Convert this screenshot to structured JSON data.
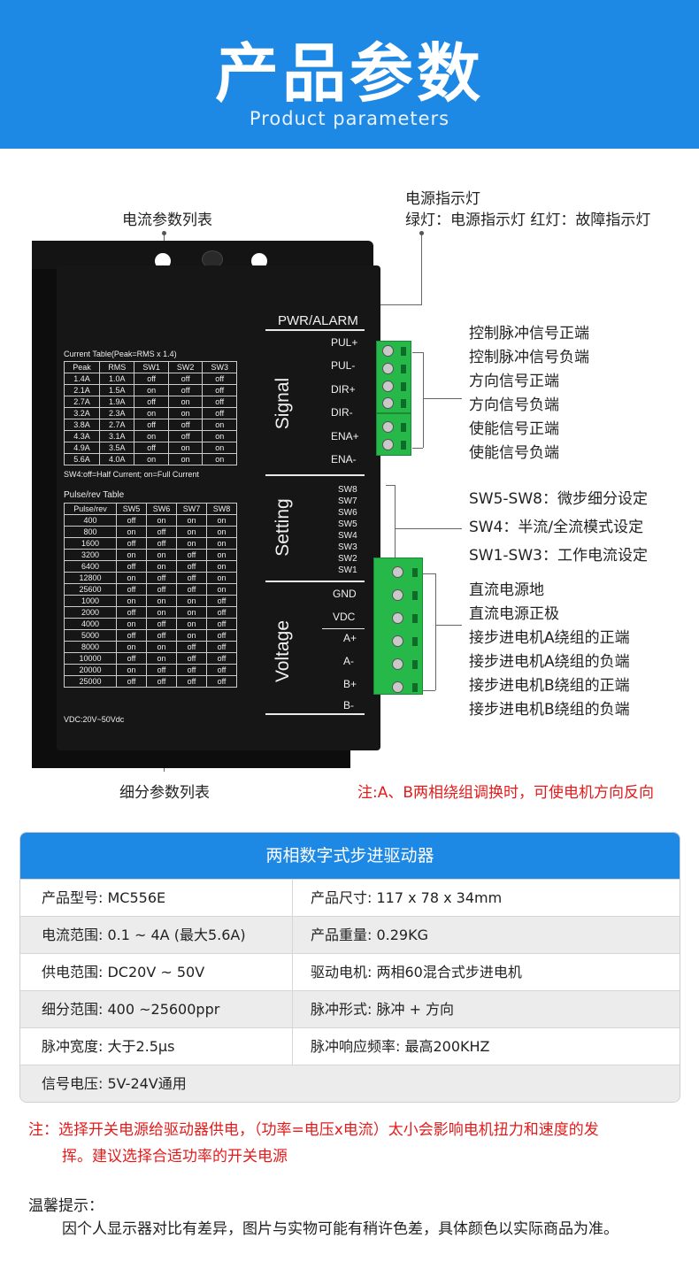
{
  "header": {
    "title": "产品参数",
    "subtitle": "Product parameters"
  },
  "labels": {
    "current_table": "电流参数列表",
    "power_led_title": "电源指示灯",
    "power_led_desc": "绿灯：电源指示灯  红灯：故障指示灯",
    "subdivision_table": "细分参数列表",
    "direction_note": "注:A、B两相绕组调换时，可使电机方向反向",
    "signal_pins": [
      "控制脉冲信号正端",
      "控制脉冲信号负端",
      "方向信号正端",
      "方向信号负端",
      "使能信号正端",
      "使能信号负端"
    ],
    "settings": [
      "SW5-SW8：微步细分设定",
      "SW4：半流/全流模式设定",
      "SW1-SW3：工作电流设定"
    ],
    "power_pins": [
      "直流电源地",
      "直流电源正极",
      "接步进电机A绕组的正端",
      "接步进电机A绕组的负端",
      "接步进电机B绕组的正端",
      "接步进电机B绕组的负端"
    ]
  },
  "panel": {
    "pwr_alarm": "PWR/ALARM",
    "signal": "Signal",
    "setting": "Setting",
    "voltage": "Voltage",
    "signal_pins": [
      "PUL+",
      "PUL-",
      "DIR+",
      "DIR-",
      "ENA+",
      "ENA-"
    ],
    "switches": [
      "SW8",
      "SW7",
      "SW6",
      "SW5",
      "SW4",
      "SW3",
      "SW2",
      "SW1"
    ],
    "power_pins": [
      "GND",
      "VDC",
      "A+",
      "A-",
      "B+",
      "B-"
    ],
    "current_table_title": "Current Table(Peak=RMS x 1.4)",
    "current_table_header": [
      "Peak",
      "RMS",
      "SW1",
      "SW2",
      "SW3"
    ],
    "current_table_rows": [
      [
        "1.4A",
        "1.0A",
        "off",
        "off",
        "off"
      ],
      [
        "2.1A",
        "1.5A",
        "on",
        "off",
        "off"
      ],
      [
        "2.7A",
        "1.9A",
        "off",
        "on",
        "off"
      ],
      [
        "3.2A",
        "2.3A",
        "on",
        "on",
        "off"
      ],
      [
        "3.8A",
        "2.7A",
        "off",
        "off",
        "on"
      ],
      [
        "4.3A",
        "3.1A",
        "on",
        "off",
        "on"
      ],
      [
        "4.9A",
        "3.5A",
        "off",
        "on",
        "on"
      ],
      [
        "5.6A",
        "4.0A",
        "on",
        "on",
        "on"
      ]
    ],
    "sw4_note": "SW4:off=Half Current; on=Full Current",
    "pulse_table_title": "Pulse/rev Table",
    "pulse_table_header": [
      "Pulse/rev",
      "SW5",
      "SW6",
      "SW7",
      "SW8"
    ],
    "pulse_table_rows": [
      [
        "400",
        "off",
        "on",
        "on",
        "on"
      ],
      [
        "800",
        "on",
        "off",
        "on",
        "on"
      ],
      [
        "1600",
        "off",
        "off",
        "on",
        "on"
      ],
      [
        "3200",
        "on",
        "on",
        "off",
        "on"
      ],
      [
        "6400",
        "off",
        "on",
        "off",
        "on"
      ],
      [
        "12800",
        "on",
        "off",
        "off",
        "on"
      ],
      [
        "25600",
        "off",
        "off",
        "off",
        "on"
      ],
      [
        "1000",
        "on",
        "on",
        "on",
        "off"
      ],
      [
        "2000",
        "off",
        "on",
        "on",
        "off"
      ],
      [
        "4000",
        "on",
        "off",
        "on",
        "off"
      ],
      [
        "5000",
        "off",
        "off",
        "on",
        "off"
      ],
      [
        "8000",
        "on",
        "on",
        "off",
        "off"
      ],
      [
        "10000",
        "off",
        "on",
        "off",
        "off"
      ],
      [
        "20000",
        "on",
        "off",
        "off",
        "off"
      ],
      [
        "25000",
        "off",
        "off",
        "off",
        "off"
      ]
    ],
    "vdc_note": "VDC:20V~50Vdc"
  },
  "spec": {
    "title": "两相数字式步进驱动器",
    "rows": [
      [
        "产品型号: MC556E",
        "产品尺寸: 117 x 78 x 34mm"
      ],
      [
        "电流范围: 0.1 ~ 4A (最大5.6A)",
        "产品重量: 0.29KG"
      ],
      [
        "供电范围: DC20V ~ 50V",
        "驱动电机: 两相60混合式步进电机"
      ],
      [
        "细分范围: 400 ~25600ppr",
        "脉冲形式: 脉冲 + 方向"
      ],
      [
        "脉冲宽度: 大于2.5μs",
        "脉冲响应频率: 最高200KHZ"
      ]
    ],
    "last_row": "信号电压: 5V-24V通用"
  },
  "note": {
    "line1": "注：选择开关电源给驱动器供电，（功率=电压x电流）太小会影响电机扭力和速度的发",
    "line2": "挥。建议选择合适功率的开关电源"
  },
  "tip": {
    "title": "温馨提示：",
    "text": "因个人显示器对比有差异，图片与实物可能有稍许色差，具体颜色以实际商品为准。"
  }
}
